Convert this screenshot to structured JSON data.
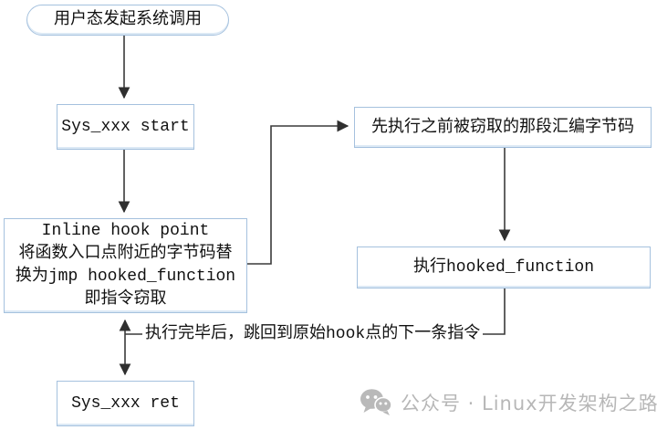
{
  "diagram": {
    "title_hint": "inline-hook-syscall-flowchart",
    "nodes": {
      "start_terminal": {
        "label": "用户态发起系统调用"
      },
      "sys_start": {
        "label": "Sys_xxx start"
      },
      "inline_hook": {
        "lines": [
          "Inline hook point",
          "将函数入口点附近的字节码替",
          "换为jmp hooked_function",
          "即指令窃取"
        ]
      },
      "steal_bytes": {
        "label": "先执行之前被窃取的那段汇编字节码"
      },
      "exec_hooked": {
        "label": "执行hooked_function"
      },
      "sys_ret": {
        "label": "Sys_xxx ret"
      }
    },
    "edge_labels": {
      "return_note": "执行完毕后，跳回到原始hook点的下一条指令"
    },
    "colors": {
      "node_border": "#a5c1de",
      "node_fill": "#ffffff",
      "connector": "#3a3a3a",
      "text": "#111111",
      "watermark": "#b7b7b7"
    }
  },
  "watermark": {
    "icon": "wechat-logo-icon",
    "text": "公众号 · Linux开发架构之路"
  }
}
